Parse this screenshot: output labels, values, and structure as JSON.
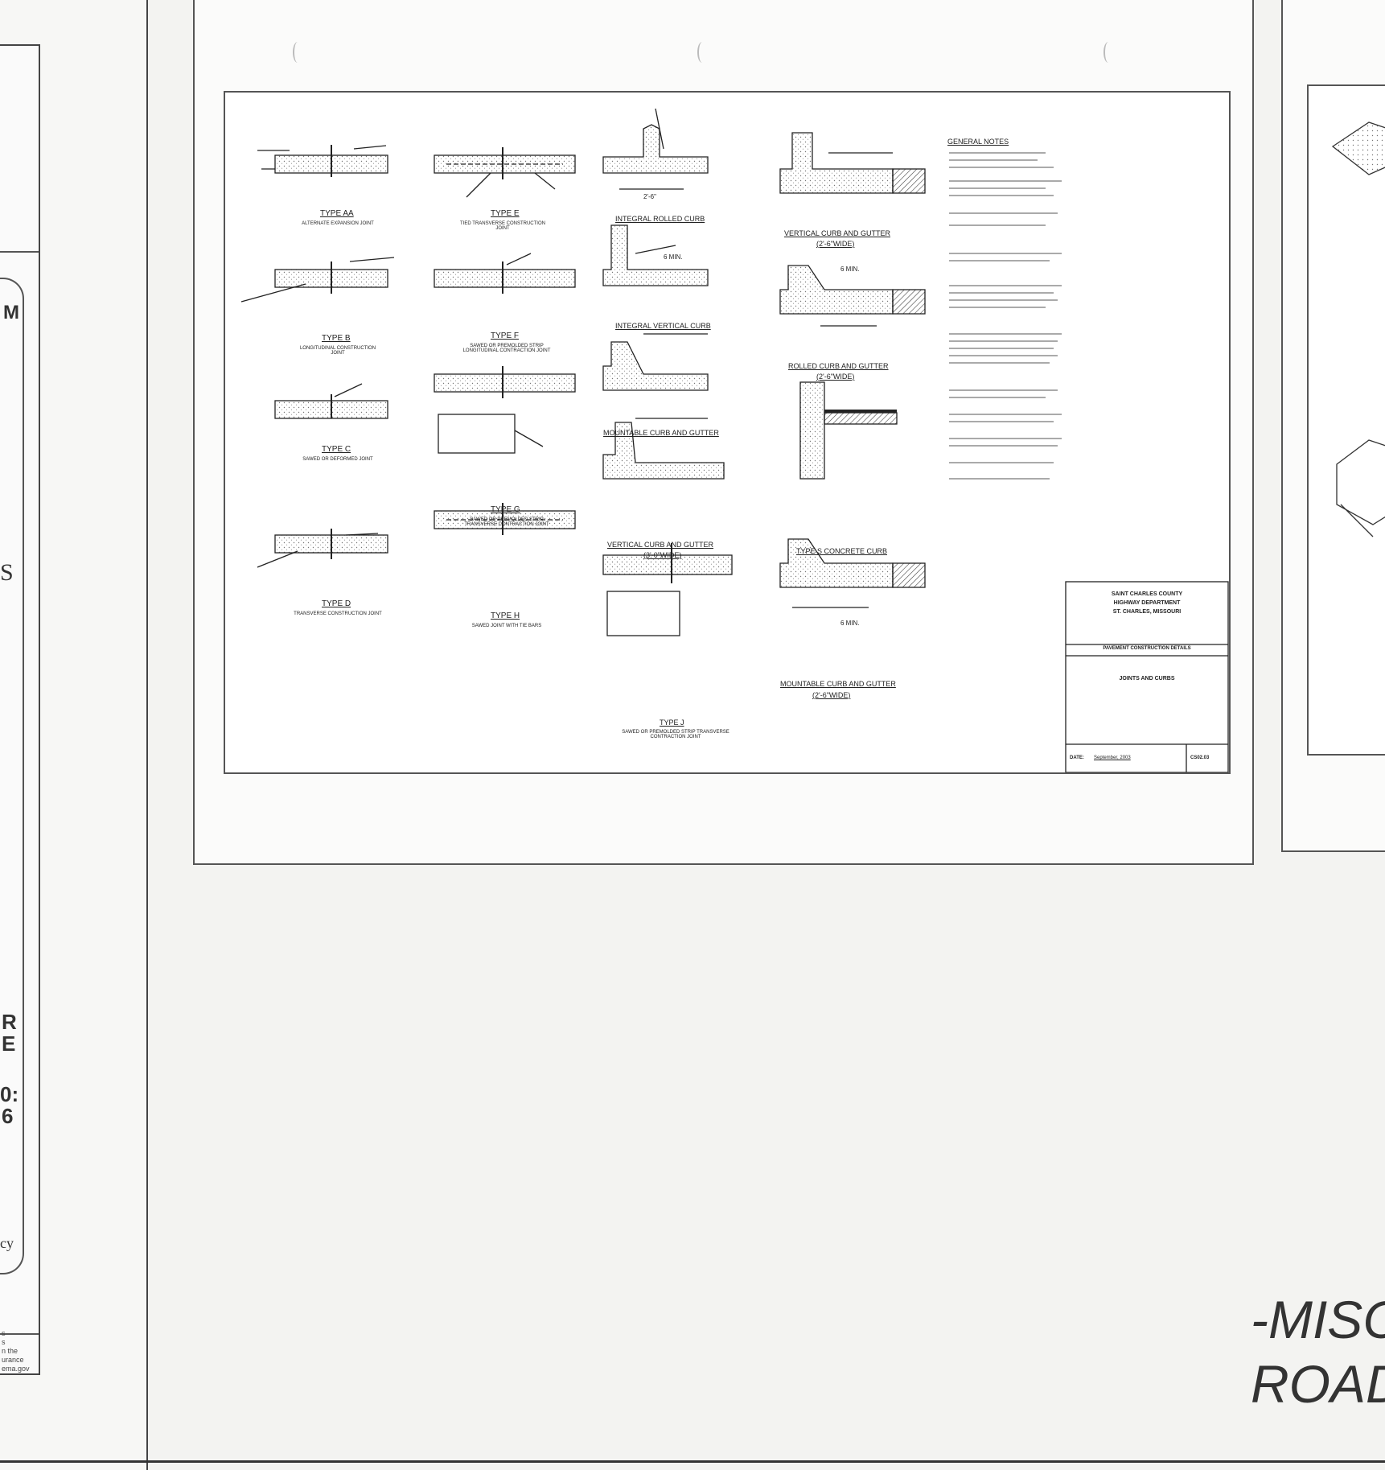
{
  "left_page": {
    "fragments": [
      "M",
      "S",
      "R",
      "E",
      "0:",
      "6",
      "cy"
    ],
    "footer_lines": [
      "s",
      "s",
      "n the",
      "urance",
      "ema.gov"
    ]
  },
  "drawing": {
    "joints": {
      "type_aa": {
        "title": "TYPE AA",
        "sub": "ALTERNATE EXPANSION JOINT"
      },
      "type_b": {
        "title": "TYPE B",
        "sub": "LONGITUDINAL CONSTRUCTION JOINT"
      },
      "type_c": {
        "title": "TYPE C",
        "sub": "SAWED OR DEFORMED JOINT"
      },
      "type_d": {
        "title": "TYPE D",
        "sub": "TRANSVERSE CONSTRUCTION JOINT"
      },
      "type_e": {
        "title": "TYPE E",
        "sub": "TIED TRANSVERSE CONSTRUCTION JOINT"
      },
      "type_f": {
        "title": "TYPE F",
        "sub": "SAWED OR PREMOLDED STRIP LONGITUDINAL CONTRACTION JOINT"
      },
      "type_g": {
        "title": "TYPE G",
        "sub": "SAWED OR PREMOLDED STRIP TRANSVERSE CONTRACTION JOINT"
      },
      "type_h": {
        "title": "TYPE H",
        "sub": "SAWED JOINT WITH TIE BARS"
      },
      "type_j": {
        "title": "TYPE J",
        "sub": "SAWED OR PREMOLDED STRIP TRANSVERSE CONTRACTION JOINT"
      }
    },
    "curbs": {
      "integral_rolled": "INTEGRAL ROLLED CURB",
      "integral_vertical": "INTEGRAL VERTICAL CURB",
      "mountable_curb_gutter": "MOUNTABLE CURB AND GUTTER",
      "vertical_curb_gutter_3": "VERTICAL CURB AND GUTTER",
      "vertical_curb_gutter_3_width": "(3'-0\"WIDE)",
      "vertical_curb_gutter_2": "VERTICAL CURB AND GUTTER",
      "vertical_curb_gutter_2_width": "(2'-6\"WIDE)",
      "rolled_curb_gutter": "ROLLED CURB AND GUTTER",
      "rolled_curb_gutter_width": "(2'-6\"WIDE)",
      "type_s": "TYPE S CONCRETE CURB",
      "mountable_curb_gutter_2": "MOUNTABLE CURB AND GUTTER",
      "mountable_curb_gutter_2_width": "(2'-6\"WIDE)",
      "dim_min": "6 MIN.",
      "dim_24": "2'-6\""
    },
    "general_notes_title": "GENERAL NOTES",
    "title_block": {
      "line1": "SAINT CHARLES COUNTY",
      "line2": "HIGHWAY DEPARTMENT",
      "line3": "ST. CHARLES, MISSOURI",
      "line4": "PAVEMENT CONSTRUCTION DETAILS",
      "line5": "JOINTS AND CURBS",
      "date_label": "DATE:",
      "date": "September, 2003",
      "drawing_no": "CS02.03"
    }
  },
  "right_text": {
    "line1": "-MISC",
    "line2": "ROAD"
  },
  "colors": {
    "paper": "#f3f3f1",
    "sheet": "#fbfbfa",
    "line": "#333333"
  }
}
